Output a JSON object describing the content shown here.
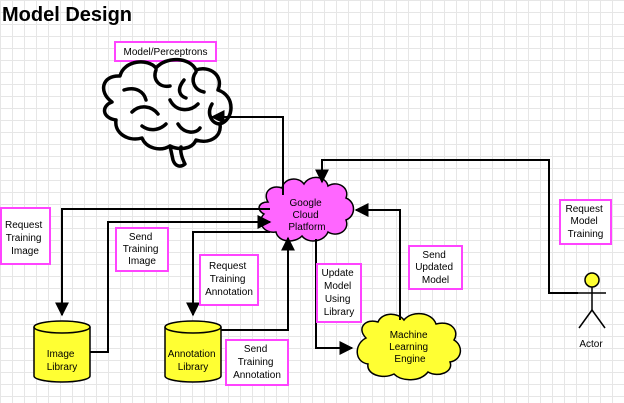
{
  "title": "Model Design",
  "nodes": {
    "model": "Model/Perceptrons",
    "cloud": [
      "Google",
      "Cloud",
      "Platform"
    ],
    "image_library": [
      "Image",
      "Library"
    ],
    "annotation_library": [
      "Annotation",
      "Library"
    ],
    "ml_engine": [
      "Machine",
      "Learning",
      "Engine"
    ],
    "actor": "Actor"
  },
  "edges": {
    "request_training_image": [
      "Request",
      "Training",
      "Image"
    ],
    "send_training_image": [
      "Send",
      "Training",
      "Image"
    ],
    "request_training_annotation": [
      "Request",
      "Training",
      "Annotation"
    ],
    "send_training_annotation": [
      "Send",
      "Training",
      "Annotation"
    ],
    "update_model": [
      "Update",
      "Model",
      "Using",
      "Library"
    ],
    "send_updated_model": [
      "Send",
      "Updated",
      "Model"
    ],
    "request_model_training": [
      "Request",
      "Model",
      "Training"
    ]
  },
  "colors": {
    "cloud_fill": "#ff66ff",
    "engine_fill": "#ffff33",
    "cylinder_fill": "#ffff33",
    "label_border": "#ff44ff",
    "line": "#000000"
  },
  "icons": {
    "model": "brain-icon",
    "actor": "stick-figure-icon"
  }
}
